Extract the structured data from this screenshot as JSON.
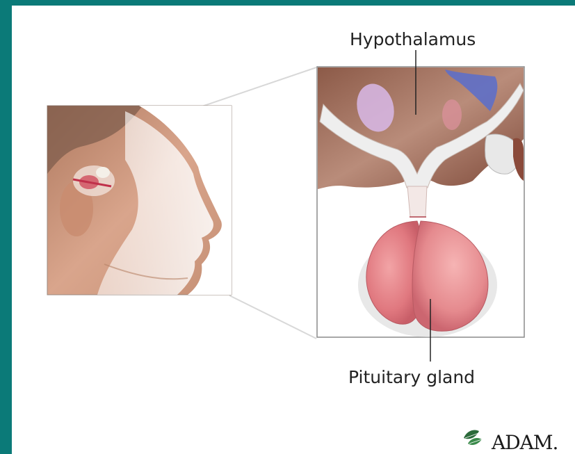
{
  "labels": {
    "hypothalamus": "Hypothalamus",
    "pituitary": "Pituitary gland"
  },
  "logo": {
    "text": "ADAM.",
    "icon": "leaf-icon"
  },
  "colors": {
    "border": "#0b7a78",
    "gland": "#e2848a",
    "tissue": "#9a6a58"
  }
}
